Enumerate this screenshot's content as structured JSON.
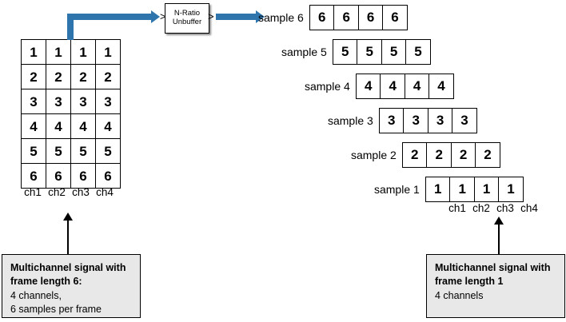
{
  "diagram": {
    "title": "N-Ratio Unbuffer signal diagram",
    "accent_color": "#2E75AD",
    "box_fill": "#FFFFFF",
    "caption_fill": "#E8E8E8",
    "line_color": "#000000"
  },
  "block": {
    "name": "n-ratio-unbuffer-block",
    "line1": "N-Ratio",
    "line2": "Unbuffer",
    "input_port_glyph": ">",
    "output_port_glyph": ">"
  },
  "input_matrix": {
    "channel_labels": [
      "ch1",
      "ch2",
      "ch3",
      "ch4"
    ],
    "rows": [
      [
        "1",
        "1",
        "1",
        "1"
      ],
      [
        "2",
        "2",
        "2",
        "2"
      ],
      [
        "3",
        "3",
        "3",
        "3"
      ],
      [
        "4",
        "4",
        "4",
        "4"
      ],
      [
        "5",
        "5",
        "5",
        "5"
      ],
      [
        "6",
        "6",
        "6",
        "6"
      ]
    ]
  },
  "output_samples": {
    "channel_labels": [
      "ch1",
      "ch2",
      "ch3",
      "ch4"
    ],
    "rows": [
      {
        "label": "sample 6",
        "values": [
          "6",
          "6",
          "6",
          "6"
        ]
      },
      {
        "label": "sample 5",
        "values": [
          "5",
          "5",
          "5",
          "5"
        ]
      },
      {
        "label": "sample 4",
        "values": [
          "4",
          "4",
          "4",
          "4"
        ]
      },
      {
        "label": "sample 3",
        "values": [
          "3",
          "3",
          "3",
          "3"
        ]
      },
      {
        "label": "sample 2",
        "values": [
          "2",
          "2",
          "2",
          "2"
        ]
      },
      {
        "label": "sample 1",
        "values": [
          "1",
          "1",
          "1",
          "1"
        ]
      }
    ]
  },
  "captions": {
    "left": {
      "bold_line1": "Multichannel signal with",
      "bold_line2": "frame length 6:",
      "line3": "4 channels,",
      "line4": "6 samples per frame"
    },
    "right": {
      "bold_line1": "Multichannel signal with",
      "bold_line2": "frame length 1",
      "line3": "4 channels"
    }
  }
}
